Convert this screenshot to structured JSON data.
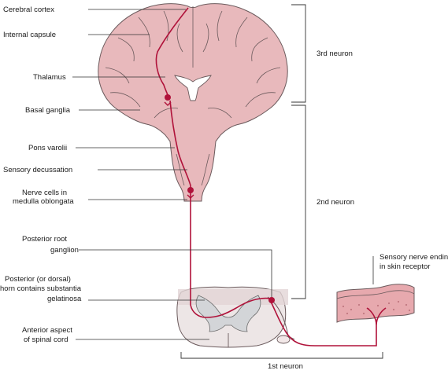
{
  "labels": {
    "cerebral_cortex": "Cerebral cortex",
    "internal_capsule": "Internal capsule",
    "thalamus": "Thalamus",
    "basal_ganglia": "Basal ganglia",
    "pons_varolii": "Pons varolii",
    "sensory_decussation": "Sensory decussation",
    "nerve_cells_line1": "Nerve cells in",
    "nerve_cells_line2": "medulla oblongata",
    "posterior_root_line1": "Posterior root",
    "posterior_root_line2": "ganglion",
    "posterior_horn_line1": "Posterior (or dorsal)",
    "posterior_horn_line2": "horn contains substantia",
    "posterior_horn_line3": "gelatinosa",
    "anterior_aspect_line1": "Anterior aspect",
    "anterior_aspect_line2": "of spinal cord",
    "sensory_ending_line1": "Sensory nerve ending",
    "sensory_ending_line2": "in skin receptor",
    "neuron_3rd": "3rd neuron",
    "neuron_2nd": "2nd neuron",
    "neuron_1st": "1st neuron"
  },
  "colors": {
    "brain_fill": "#e8b9bc",
    "nerve_pathway": "#b0123a",
    "grey_matter": "#d3d5d8",
    "skin_pink": "#e7a9ae"
  }
}
